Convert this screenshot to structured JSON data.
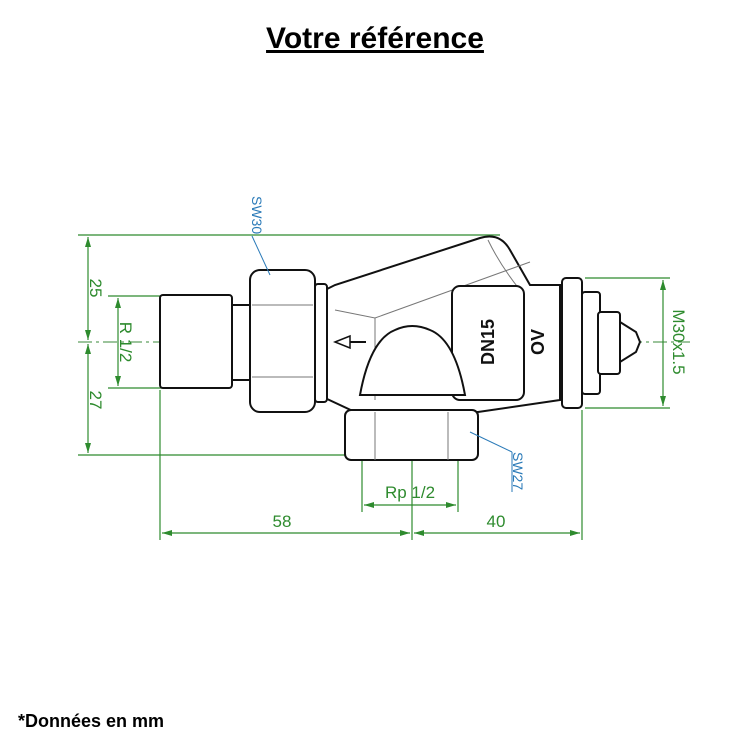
{
  "title": "Votre référence",
  "footnote": "*Données en mm",
  "drawing": {
    "dimensions": {
      "upper_height": "25",
      "lower_height": "27",
      "inlet_thread": "R 1/2",
      "outlet_thread": "Rp 1/2",
      "left_length": "58",
      "right_length": "40",
      "head_thread": "M30x1.5"
    },
    "wrench_sizes": {
      "union_nut": "SW30",
      "bottom_nut": "SW27"
    },
    "body_markings": {
      "size": "DN15",
      "type": "OV"
    }
  },
  "colors": {
    "dimension": "#2e8b2e",
    "wrench_label": "#2a7ab8"
  }
}
